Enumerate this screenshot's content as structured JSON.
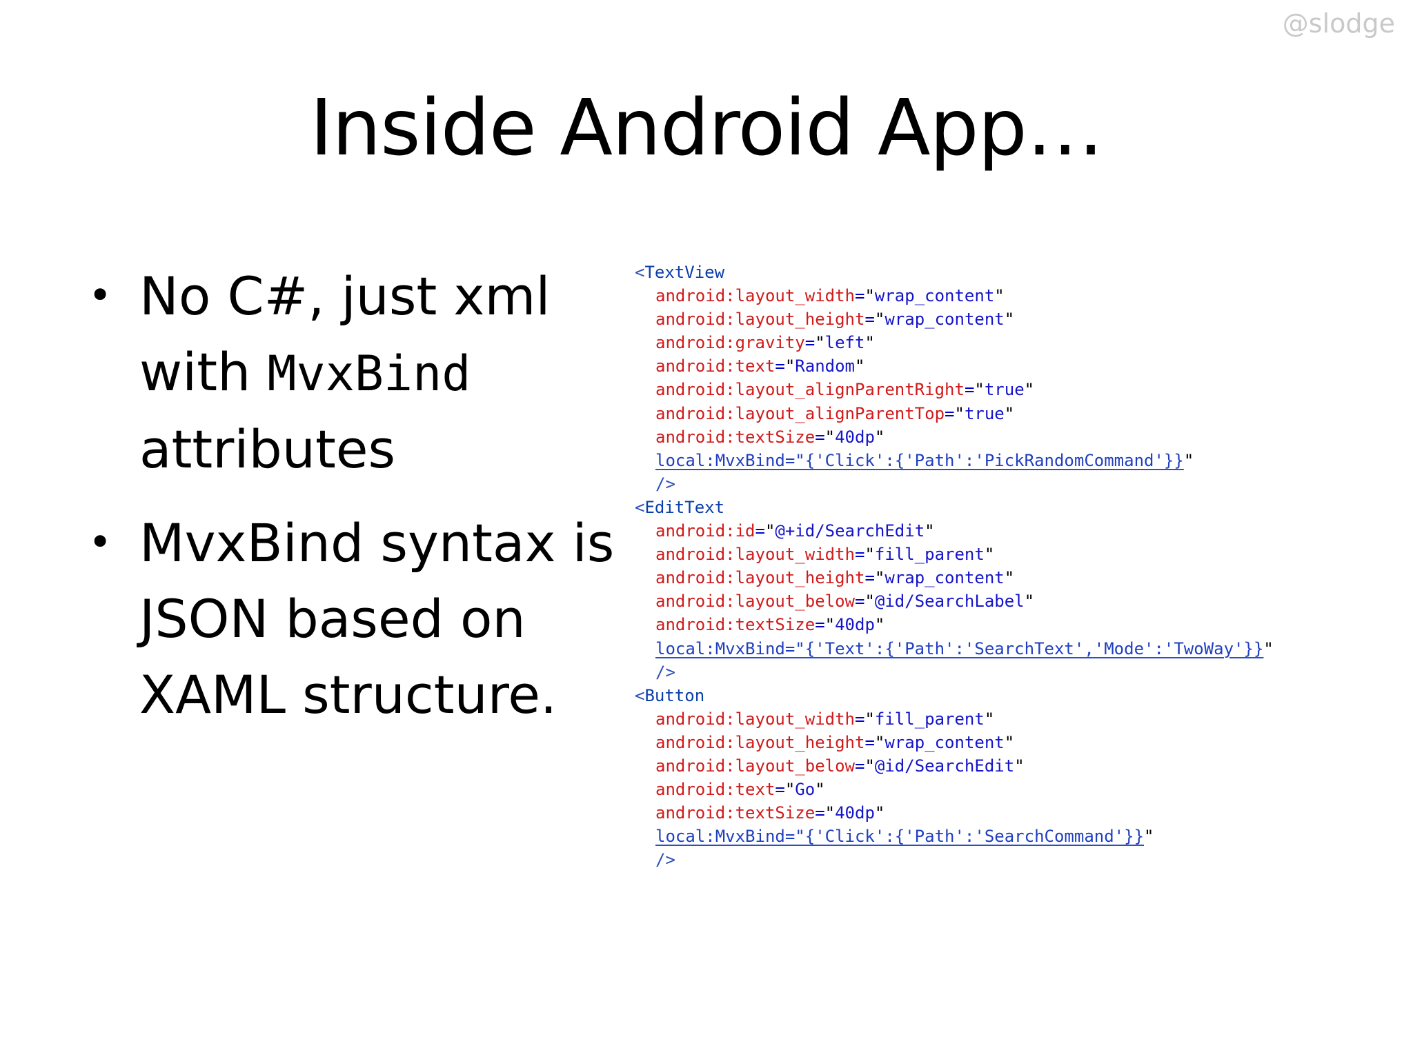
{
  "watermark": "@slodge",
  "title": "Inside Android App…",
  "bullets": [
    {
      "line1": "No C#, just xml",
      "line2_prefix": "with ",
      "line2_code": "MvxBind",
      "line3": "attributes"
    },
    {
      "line1": "MvxBind syntax is",
      "line2": "JSON based on",
      "line3": "XAML structure."
    }
  ],
  "bullet_symbol": "•",
  "code": {
    "textview": {
      "open": "<TextView",
      "attrs": [
        {
          "name": "android:layout_width",
          "value": "wrap_content"
        },
        {
          "name": "android:layout_height",
          "value": "wrap_content"
        },
        {
          "name": "android:gravity",
          "value": "left"
        },
        {
          "name": "android:text",
          "value": "Random"
        },
        {
          "name": "android:layout_alignParentRight",
          "value": "true"
        },
        {
          "name": "android:layout_alignParentTop",
          "value": "true"
        },
        {
          "name": "android:textSize",
          "value": "40dp"
        }
      ],
      "bind_name": "local:MvxBind",
      "bind_value": "{'Click':{'Path':'PickRandomCommand'}}",
      "close": "/>"
    },
    "edittext": {
      "open": "<EditText",
      "attrs": [
        {
          "name": "android:id",
          "value": "@+id/SearchEdit"
        },
        {
          "name": "android:layout_width",
          "value": "fill_parent"
        },
        {
          "name": "android:layout_height",
          "value": "wrap_content"
        },
        {
          "name": "android:layout_below",
          "value": "@id/SearchLabel"
        },
        {
          "name": "android:textSize",
          "value": "40dp"
        }
      ],
      "bind_name": "local:MvxBind",
      "bind_value": "{'Text':{'Path':'SearchText','Mode':'TwoWay'}}",
      "close": "/>"
    },
    "button": {
      "open": "<Button",
      "attrs": [
        {
          "name": "android:layout_width",
          "value": "fill_parent"
        },
        {
          "name": "android:layout_height",
          "value": "wrap_content"
        },
        {
          "name": "android:layout_below",
          "value": "@id/SearchEdit"
        },
        {
          "name": "android:text",
          "value": "Go"
        },
        {
          "name": "android:textSize",
          "value": "40dp"
        }
      ],
      "bind_name": "local:MvxBind",
      "bind_value": "{'Click':{'Path':'SearchCommand'}}",
      "close": "/>"
    }
  },
  "colors": {
    "attribute": "#d11a1a",
    "tag": "#0b3ea8",
    "value": "#1414c8",
    "watermark": "#c9c9c9"
  }
}
